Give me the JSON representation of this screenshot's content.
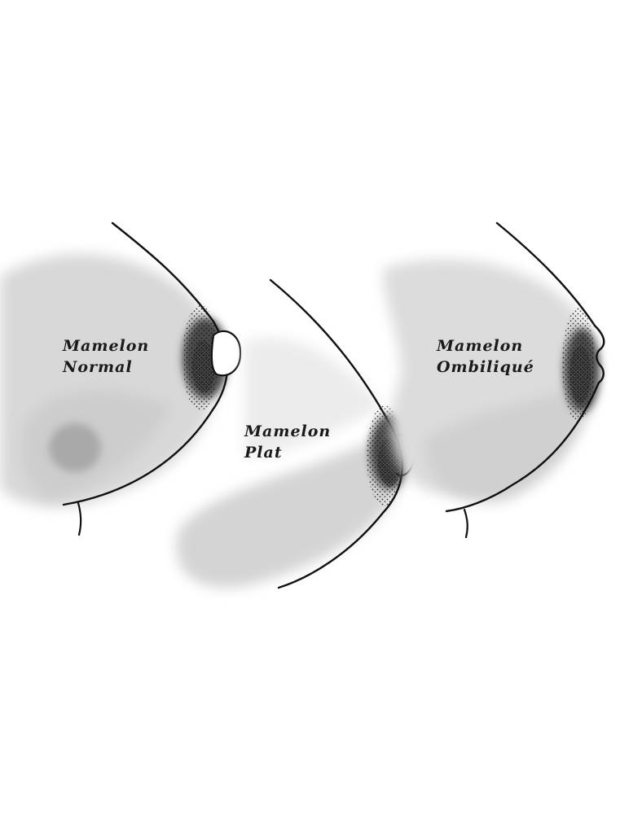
{
  "background_color": "#ffffff",
  "ink_color": "#111111",
  "shading_color": "#d8d8d8",
  "areola_color": "#222222",
  "labels": {
    "normal": {
      "line1": "Mamelon",
      "line2": "Normal"
    },
    "plat": {
      "line1": "Mamelon",
      "line2": "Plat"
    },
    "ombilique": {
      "line1": "Mamelon",
      "line2": "Ombiliqué"
    }
  }
}
